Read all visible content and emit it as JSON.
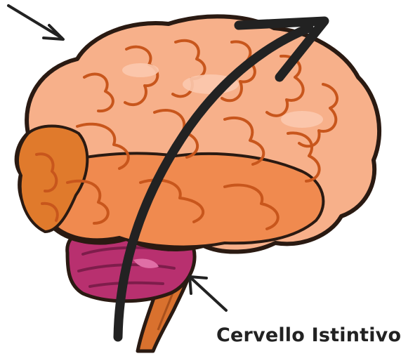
{
  "label": "Cervello Istintivo",
  "colors": {
    "cortex_light": "#F7B08A",
    "cortex_mid": "#F08A4F",
    "cortex_dark": "#E06A24",
    "frontal_lobe": "#E07A2C",
    "cerebellum": "#B8306F",
    "cerebellum_highlight": "#E06FA6",
    "brainstem": "#D9712E",
    "outline": "#2A1A12",
    "arrow": "#222222"
  },
  "icons": [
    "pointer-arrow-top-left",
    "pointer-arrow-brainstem",
    "upward-curved-arrow"
  ]
}
